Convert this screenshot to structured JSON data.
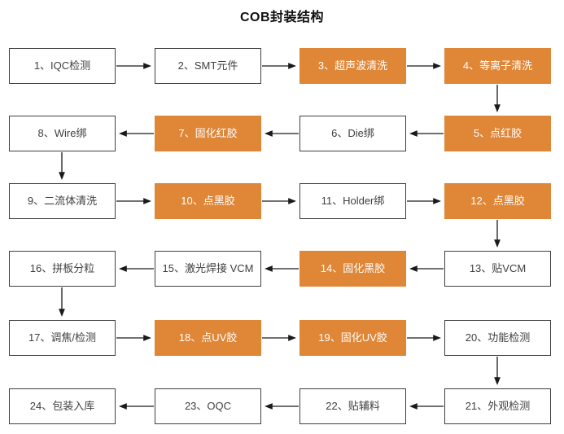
{
  "title": "COB封装结构",
  "colors": {
    "accent": "#DF8637",
    "accent_text": "#FFFFFF",
    "box_border": "#404040",
    "text": "#404040",
    "arrow": "#1A1A1A",
    "background": "#FFFFFF"
  },
  "nodes": [
    {
      "label": "1、IQC检测",
      "variant": "white"
    },
    {
      "label": "2、SMT元件",
      "variant": "white"
    },
    {
      "label": "3、超声波清洗",
      "variant": "orange"
    },
    {
      "label": "4、等离子清洗",
      "variant": "orange"
    },
    {
      "label": "5、点红胶",
      "variant": "orange"
    },
    {
      "label": "6、Die绑",
      "variant": "white"
    },
    {
      "label": "7、固化红胶",
      "variant": "orange"
    },
    {
      "label": "8、Wire绑",
      "variant": "white"
    },
    {
      "label": "9、二流体清洗",
      "variant": "white"
    },
    {
      "label": "10、点黑胶",
      "variant": "orange"
    },
    {
      "label": "11、Holder绑",
      "variant": "white"
    },
    {
      "label": "12、点黑胶",
      "variant": "orange"
    },
    {
      "label": "13、贴VCM",
      "variant": "white"
    },
    {
      "label": "14、固化黑胶",
      "variant": "orange"
    },
    {
      "label": "15、激光焊接 VCM",
      "variant": "white"
    },
    {
      "label": "16、拼板分粒",
      "variant": "white"
    },
    {
      "label": "17、调焦/检测",
      "variant": "white"
    },
    {
      "label": "18、点UV胶",
      "variant": "orange"
    },
    {
      "label": "19、固化UV胶",
      "variant": "orange"
    },
    {
      "label": "20、功能检测",
      "variant": "white"
    },
    {
      "label": "21、外观检测",
      "variant": "white"
    },
    {
      "label": "22、贴辅料",
      "variant": "white"
    },
    {
      "label": "23、OQC",
      "variant": "white"
    },
    {
      "label": "24、包装入库",
      "variant": "white"
    }
  ]
}
